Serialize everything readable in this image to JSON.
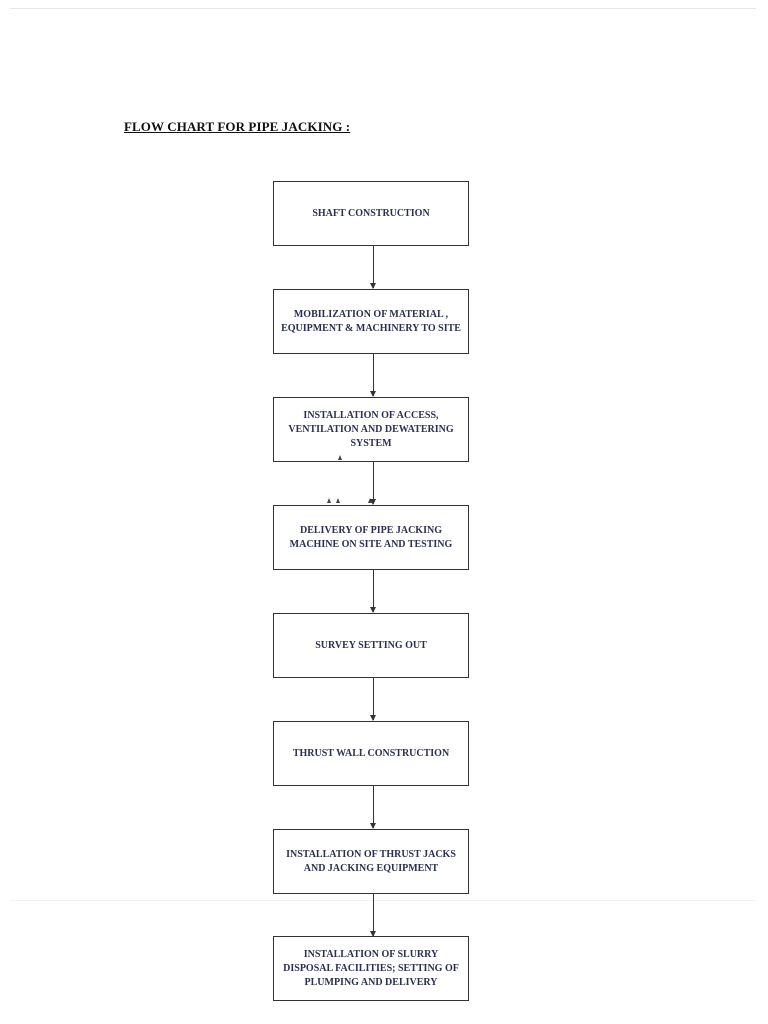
{
  "page": {
    "title": "FLOW CHART FOR PIPE JACKING :"
  },
  "flowchart": {
    "steps": [
      {
        "label": "SHAFT CONSTRUCTION"
      },
      {
        "label": "MOBILIZATION OF MATERIAL , EQUIPMENT & MACHINERY TO SITE"
      },
      {
        "label": "INSTALLATION OF ACCESS, VENTILATION AND DEWATERING SYSTEM"
      },
      {
        "label": "DELIVERY OF PIPE JACKING MACHINE ON SITE AND TESTING"
      },
      {
        "label": "SURVEY SETTING OUT"
      },
      {
        "label": "THRUST WALL CONSTRUCTION"
      },
      {
        "label": "INSTALLATION OF THRUST JACKS AND JACKING EQUIPMENT"
      },
      {
        "label": "INSTALLATION OF SLURRY DISPOSAL FACILITIES; SETTING OF PLUMPING AND DELIVERY"
      }
    ]
  },
  "colors": {
    "box_border": "#333333",
    "box_text": "#2b2f52",
    "title_text": "#111111"
  }
}
